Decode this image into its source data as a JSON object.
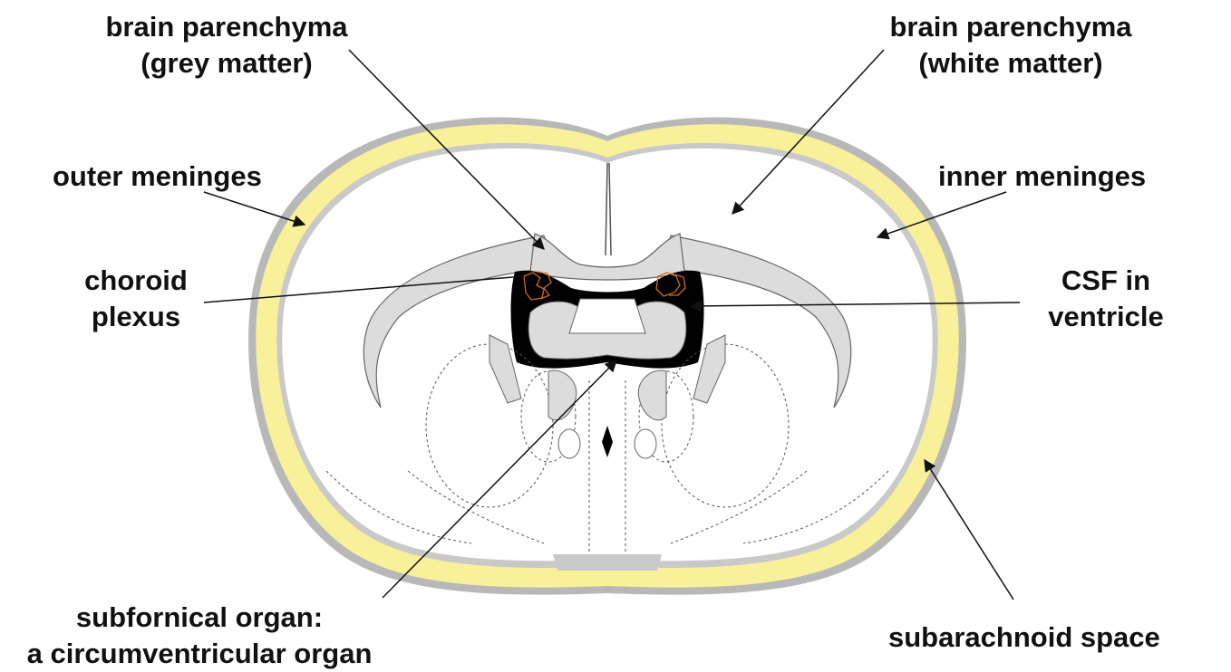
{
  "colors": {
    "meninges": "#f9f19a",
    "meninges_edge": "#9e9e9e",
    "grey_matter": "#dedede",
    "csf": "#000000",
    "choroid": "#d2691e",
    "line": "#111111"
  },
  "labels": {
    "grey_matter": [
      "brain parenchyma",
      "(grey matter)"
    ],
    "white_matter": [
      "brain parenchyma",
      "(white matter)"
    ],
    "outer_meninges": "outer meninges",
    "inner_meninges": "inner meninges",
    "choroid_plexus": [
      "choroid",
      "plexus"
    ],
    "csf_ventricle": [
      "CSF in",
      "ventricle"
    ],
    "subfornical_organ": [
      "subfornical organ:",
      "a circumventricular organ"
    ],
    "subarachnoid_space": "subarachnoid space"
  }
}
